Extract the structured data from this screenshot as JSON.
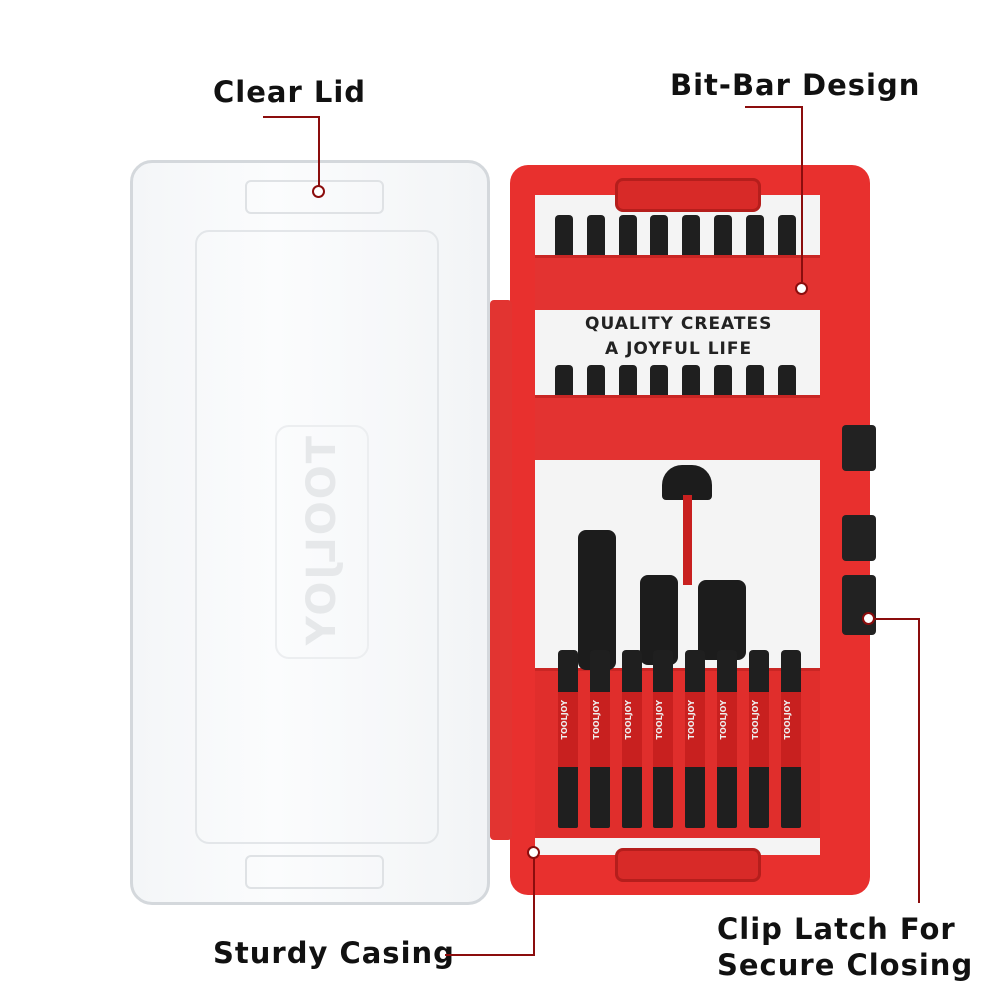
{
  "callouts": {
    "clear_lid": "Clear Lid",
    "bit_bar_design": "Bit-Bar Design",
    "sturdy_casing": "Sturdy Casing",
    "clip_latch_line1": "Clip Latch For",
    "clip_latch_line2": "Secure Closing"
  },
  "lid": {
    "logo": "TOOLJOY"
  },
  "case": {
    "print_line1": "QUALITY CREATES",
    "print_line2": "A JOYFUL LIFE",
    "bit_logo": "TOOLJOY",
    "color": "#e8302e"
  },
  "colors": {
    "callout_line": "#8b0d0d",
    "case_red": "#e8302e",
    "bit_black": "#1f1f1f"
  }
}
